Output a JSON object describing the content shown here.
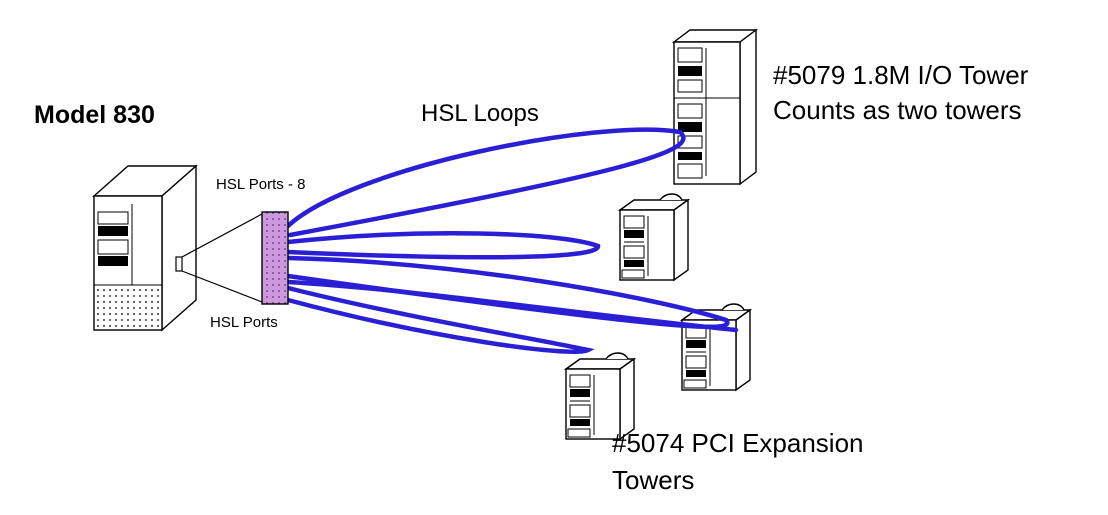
{
  "labels": {
    "model": "Model 830",
    "hsl_loops": "HSL Loops",
    "tower_5079_line1": "#5079 1.8M I/O Tower",
    "tower_5079_line2": "Counts as two towers",
    "hsl_ports_8": "HSL Ports - 8",
    "hsl_ports": "HSL Ports",
    "tower_5074_line1": "#5074 PCI Expansion",
    "tower_5074_line2": "Towers"
  },
  "colors": {
    "cable": "#2b1fd6",
    "port_block": "#cc99dd",
    "line": "#000000",
    "background": "#ffffff"
  },
  "icons": [
    "server-icon",
    "io-tower-icon",
    "expansion-tower-icon"
  ]
}
